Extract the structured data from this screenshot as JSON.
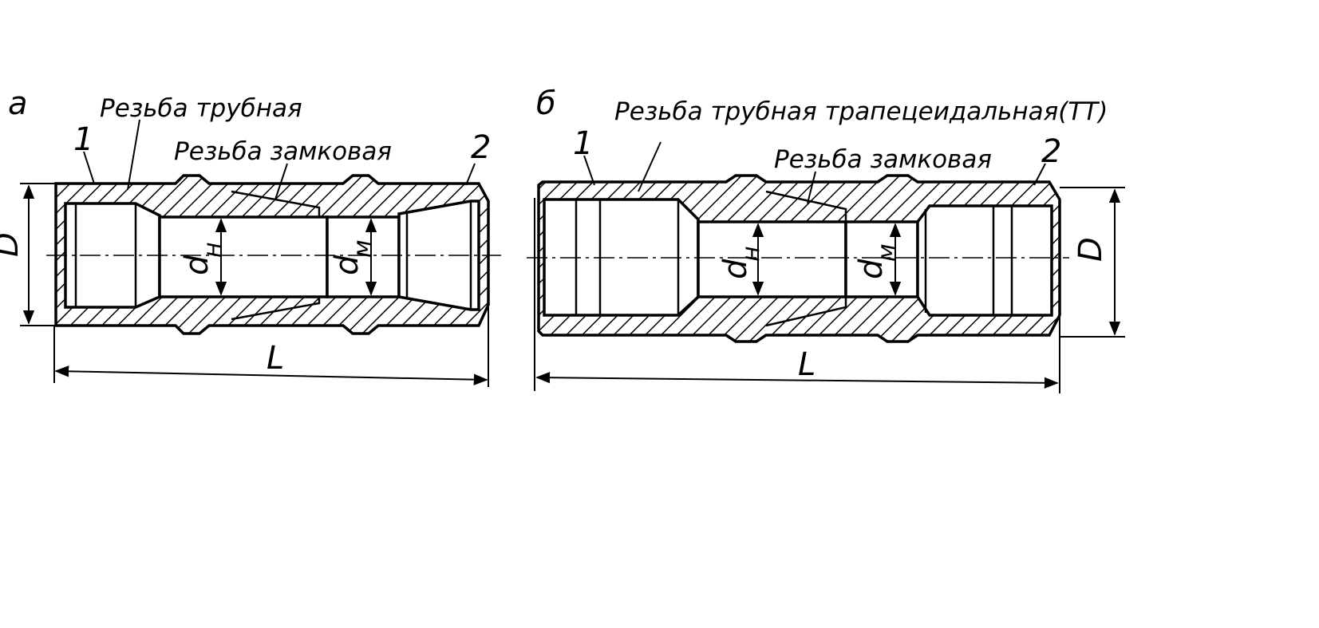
{
  "figure": {
    "panel_a": {
      "letter": "а",
      "label_pipe_thread": "Резьба трубная",
      "label_lock_thread": "Резьба замковая",
      "callout_1": "1",
      "callout_2": "2",
      "dim_D": "D",
      "dim_L": "L",
      "dim_dn_main": "d",
      "dim_dn_sub": "н",
      "dim_dm_main": "d",
      "dim_dm_sub": "м"
    },
    "panel_b": {
      "letter": "б",
      "label_pipe_thread": "Резьба трубная трапецеидальная(ТТ)",
      "label_lock_thread": "Резьба замковая",
      "callout_1": "1",
      "callout_2": "2",
      "dim_D": "D",
      "dim_L": "L",
      "dim_dn_main": "d",
      "dim_dn_sub": "н",
      "dim_dm_main": "d",
      "dim_dm_sub": "м"
    }
  }
}
